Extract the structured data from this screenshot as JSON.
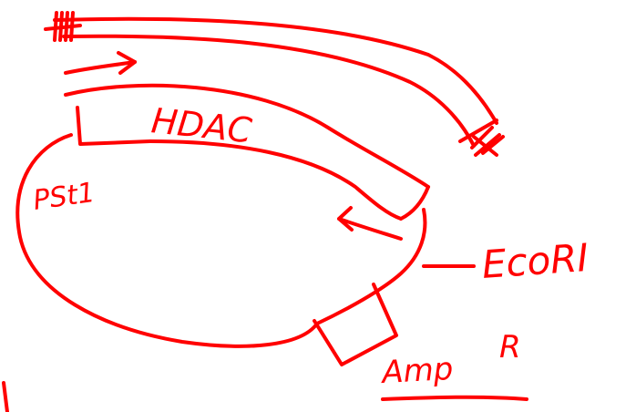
{
  "colors": {
    "ink": "#ff0000",
    "background": "#ffffff"
  },
  "labels": {
    "hdac": "HDAC",
    "pst1": "PSt1",
    "ecori": "EcoRI",
    "amp": "Amp",
    "amp_superscript": "R"
  }
}
